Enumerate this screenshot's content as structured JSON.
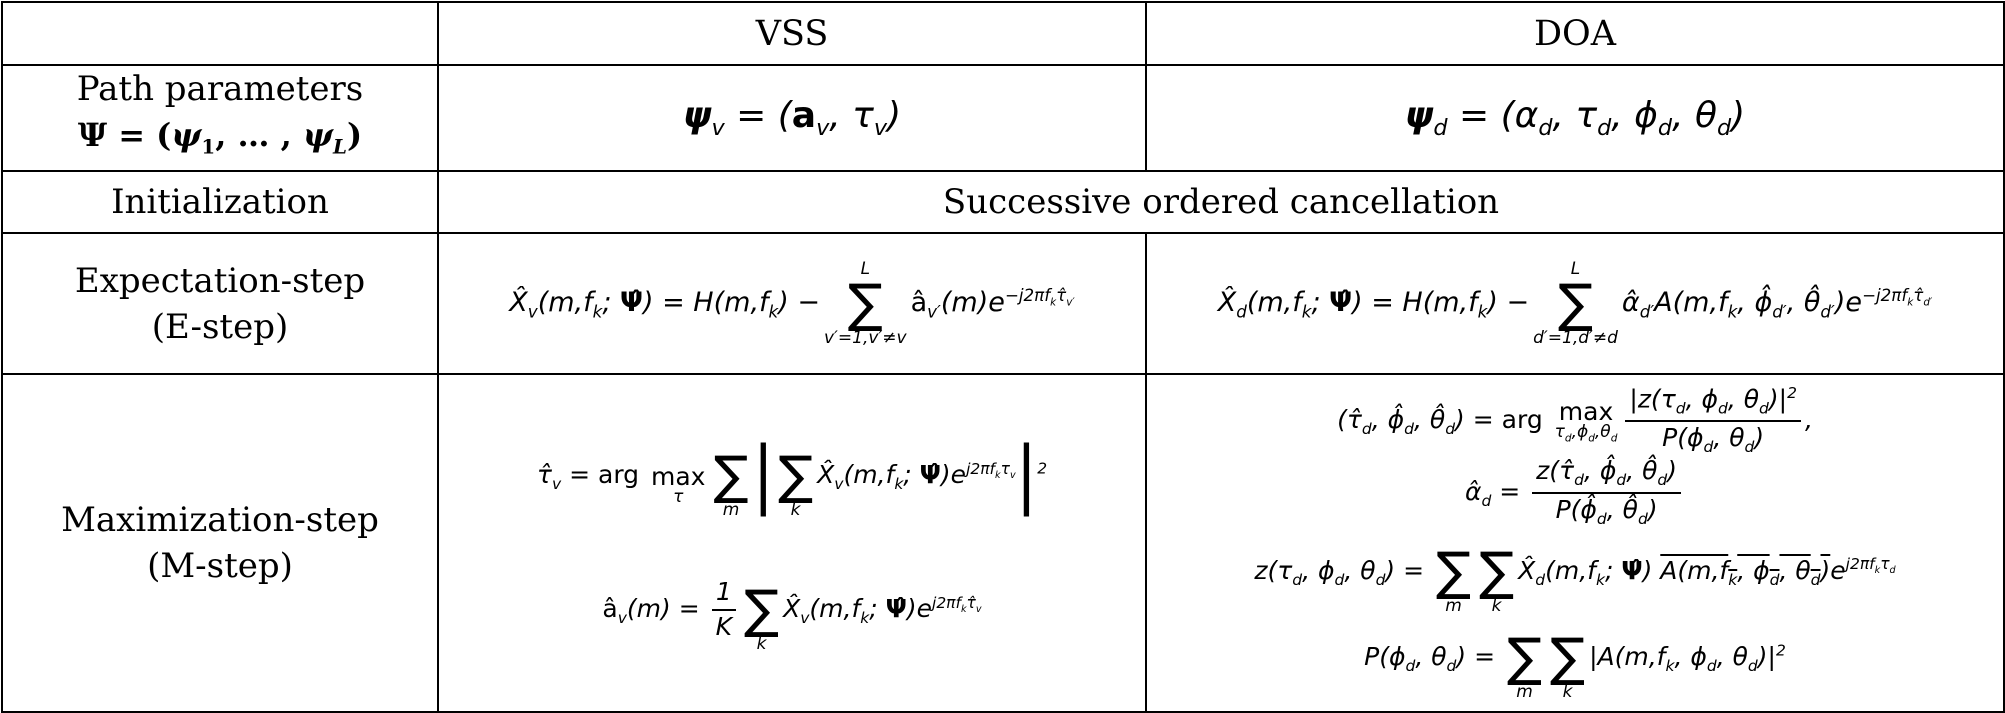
{
  "header": {
    "col1": "VSS",
    "col2": "DOA"
  },
  "rows": {
    "path": {
      "label_line1": "Path parameters",
      "label_line2": "Ψ = (ψ1, … , ψL)",
      "vss": "ψv = (av, τv)",
      "doa": "ψd = (αd, τd, ϕd, θd)"
    },
    "init": {
      "label": "Initialization",
      "value": "Successive ordered cancellation"
    },
    "estep": {
      "label_line1": "Expectation-step",
      "label_line2": "(E-step)",
      "vss": "X̂v(m,fk; Ψ̂) = H(m,fk) − Σ_{v′=1,v′≠v}^{L} âv′(m) e^{−j2πfk τ̂v′}",
      "doa": "X̂d(m,fk; Ψ̂) = H(m,fk) − Σ_{d′=1,d′≠d}^{L} α̂d′ A(m,fk, ϕ̂d′, θ̂d′) e^{−j2πfk τ̂d′}"
    },
    "mstep": {
      "label_line1": "Maximization-step",
      "label_line2": "(M-step)",
      "vss_1": "τ̂v = arg max_τ Σ_m | Σ_k X̂v(m,fk; Ψ̂) e^{j2πfk τv} |^2",
      "vss_2": "âv(m) = (1/K) Σ_k X̂v(m,fk; Ψ̂) e^{j2πfk τ̂v}",
      "doa_1": "(τ̂d, ϕ̂d, θ̂d) = arg max_{τd,ϕd,θd} |z(τd, ϕd, θd)|^2 / P(ϕd, θd),",
      "doa_2": "α̂d = z(τ̂d, ϕ̂d, θ̂d) / P(ϕ̂d, θ̂d)",
      "doa_3": "z(τd, ϕd, θd) = Σ_m Σ_k X̂d(m,fk; Ψ̂) conj(A(m,fk, ϕd, θd)) e^{j2πfk τd}",
      "doa_4": "P(ϕd, θd) = Σ_m Σ_k |A(m,fk, ϕd, θd)|^2"
    }
  }
}
